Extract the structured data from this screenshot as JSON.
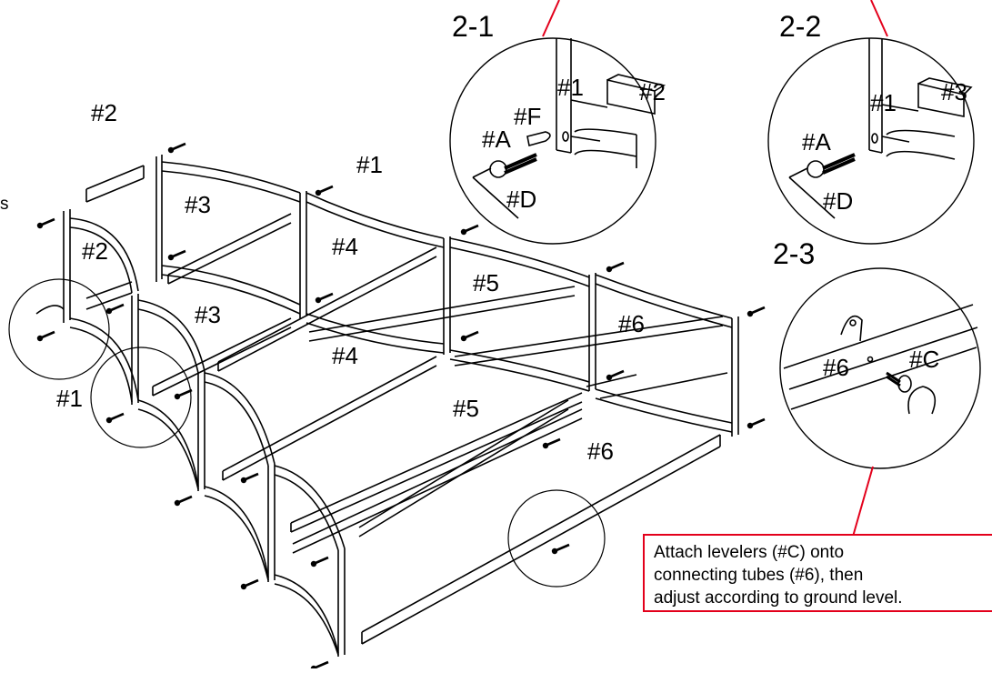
{
  "labels": {
    "frame_top_2": "#2",
    "frame_mid_1": "#1",
    "frame_3_upper": "#3",
    "frame_2_left": "#2",
    "frame_4_upper": "#4",
    "frame_5_upper": "#5",
    "frame_3_lower": "#3",
    "frame_6_upper": "#6",
    "frame_4_lower": "#4",
    "frame_1_left": "#1",
    "frame_5_lower": "#5",
    "frame_6_lower": "#6"
  },
  "details": {
    "d21": {
      "title": "2-1",
      "l1": "#1",
      "l2": "#2",
      "lF": "#F",
      "lA": "#A",
      "lD": "#D"
    },
    "d22": {
      "title": "2-2",
      "l1": "#1",
      "l3": "#3",
      "lA": "#A",
      "lD": "#D"
    },
    "d23": {
      "title": "2-3",
      "l6": "#6",
      "lC": "#C"
    }
  },
  "edge_text": "s",
  "note": {
    "line1": "Attach levelers (#C) onto",
    "line2": "connecting tubes (#6), then",
    "line3": "adjust according to ground level."
  },
  "colors": {
    "callout": "#e3001b",
    "ink": "#000000"
  }
}
